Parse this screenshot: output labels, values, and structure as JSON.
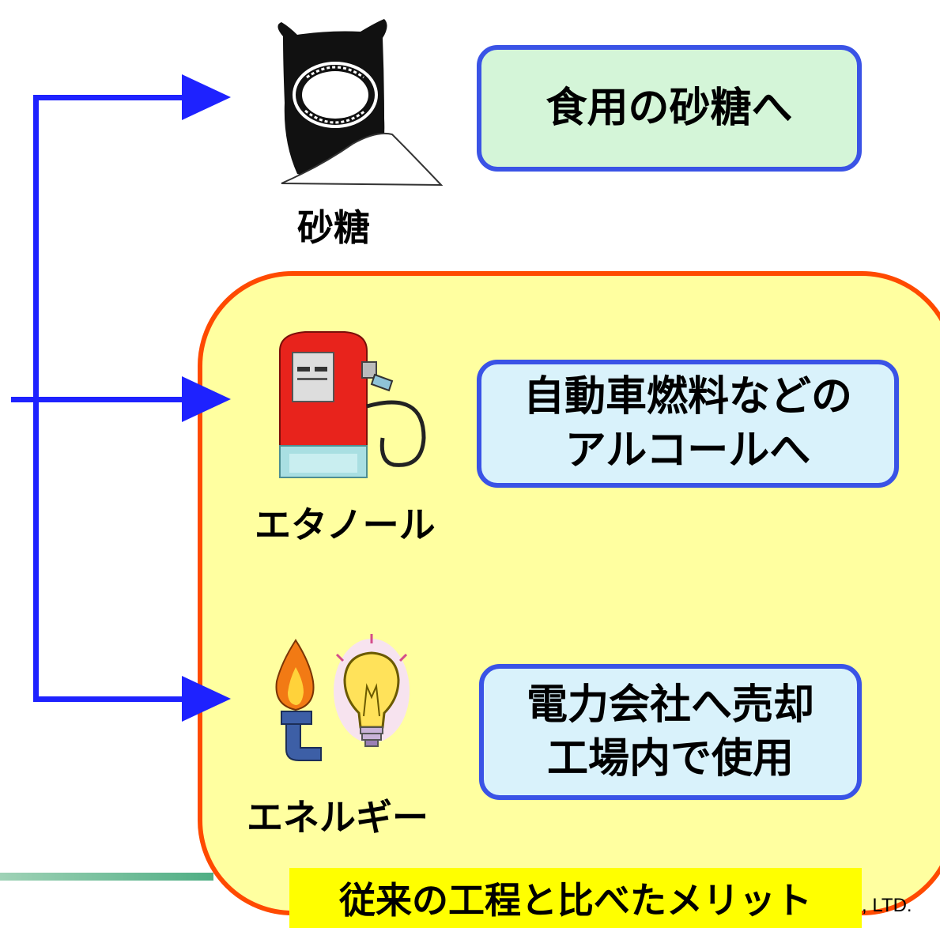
{
  "products": [
    {
      "label": "砂糖",
      "icon": "sugar-sack-icon",
      "destination_lines": [
        "食用の砂糖へ"
      ]
    },
    {
      "label": "エタノール",
      "icon": "fuel-pump-icon",
      "destination_lines": [
        "自動車燃料などの",
        "アルコールへ"
      ]
    },
    {
      "label": "エネルギー",
      "icon": "flame-lightbulb-icon",
      "destination_lines": [
        "電力会社へ売却",
        "工場内で使用"
      ]
    }
  ],
  "merit_label": "従来の工程と比べたメリット",
  "partial_text": ", LTD.",
  "colors": {
    "arrow": "#1e22ff",
    "region_fill": "#ffffa0",
    "region_border": "#ff4a00",
    "box_border": "#3a53e6",
    "box_green": "#d4f5d8",
    "box_blue": "#d9f2fb",
    "merit_fill": "#ffff00"
  }
}
